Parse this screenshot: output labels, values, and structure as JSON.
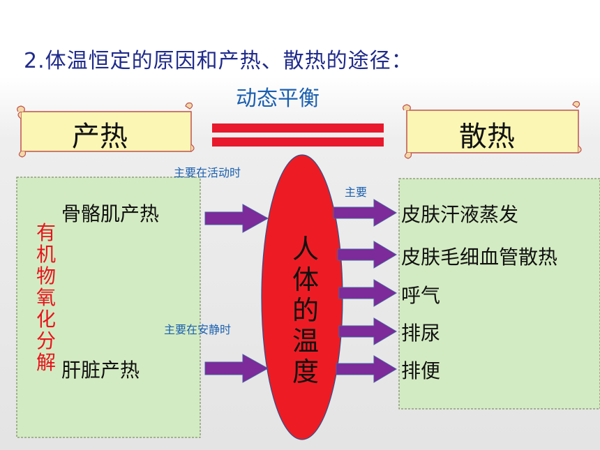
{
  "title": "2.体温恒定的原因和产热、散热的途径：",
  "balance_label": "动态平衡",
  "heat_production": {
    "label": "产热",
    "group_label": "有机物氧化分解",
    "items": [
      "骨骼肌产热",
      "肝脏产热"
    ],
    "notes": [
      "主要在活动时",
      "主要在安静时"
    ]
  },
  "body_temperature": "人体的温度",
  "heat_dissipation": {
    "label": "散热",
    "note": "主要",
    "items": [
      "皮肤汗液蒸发",
      "皮肤毛细血管散热",
      "呼气",
      "排尿",
      "排便"
    ]
  },
  "colors": {
    "title": "#1f2a8a",
    "accent_red": "#e8192c",
    "arrow_purple": "#7d2a9a",
    "box_green": "#d3ebc2",
    "scroll_fill": "#fbf6b4",
    "note_blue": "#1a60b0"
  }
}
